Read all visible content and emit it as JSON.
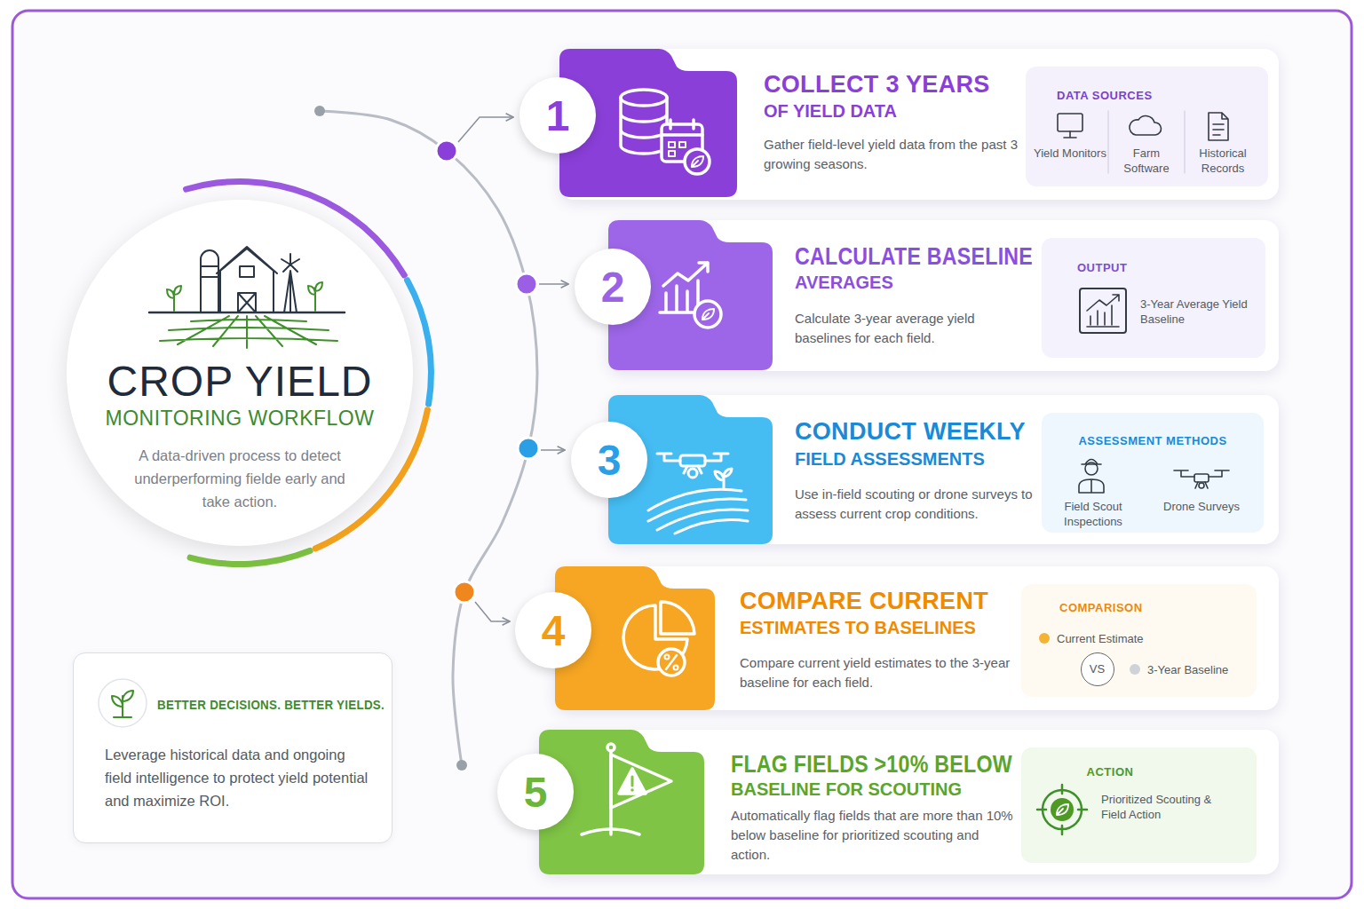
{
  "diagram": {
    "nodes": [
      {
        "text": [
          "CROP YIELD",
          "MONITORING WORKFLOW",
          "A data-driven process to detect underperforming fielde early and take action."
        ]
      },
      {
        "text": [
          "COLLECT 3 YEARS",
          "OF YIELD DATA",
          "Gather field-level yield data from the past 3 growing seasons."
        ]
      },
      {
        "text": [
          "1"
        ],
        "in": 1
      },
      {
        "text": [
          "DATA SOURCES",
          "Yield Monitors",
          "Farm Software",
          "Historical Records"
        ],
        "in": 1
      },
      {
        "text": [
          "CALCULATE BASELINE",
          "AVERAGES",
          "Calculate 3-year average yield baselines for each field."
        ]
      },
      {
        "text": [
          "2"
        ],
        "in": 4
      },
      {
        "text": [
          "OUTPUT",
          "3-Year Average Yield Baseline"
        ],
        "in": 4
      },
      {
        "text": [
          "CONDUCT WEEKLY",
          "FIELD ASSESSMENTS",
          "Use in-field scouting or drone surveys to assess current crop conditions."
        ]
      },
      {
        "text": [
          "3"
        ],
        "in": 7
      },
      {
        "text": [
          "ASSESSMENT METHODS",
          "Field Scout Inspections",
          "Drone Surveys"
        ],
        "in": 7
      },
      {
        "text": [
          "COMPARE CURRENT",
          "ESTIMATES TO BASELINES",
          "Compare current yield estimates to the 3-year baseline for each field."
        ]
      },
      {
        "text": [
          "4"
        ],
        "in": 10
      },
      {
        "text": [
          "COMPARISON",
          "Current Estimate",
          "3-Year Baseline"
        ],
        "in": 10
      },
      {
        "text": [
          "VS"
        ],
        "in": 12
      },
      {
        "text": [
          "FLAG FIELDS >10% BELOW",
          "BASELINE FOR SCOUTING",
          "Automatically flag fields that are more than 10% below baseline for prioritized scouting and action."
        ]
      },
      {
        "text": [
          "5"
        ],
        "in": 14
      },
      {
        "text": [
          "ACTION",
          "Prioritized Scouting & Field Action"
        ],
        "in": 14
      },
      {
        "text": [
          "BETTER DECISIONS. BETTER YIELDS.",
          "Leverage historical data and ongoing field intelligence to protect yield potential and maximize ROI."
        ]
      }
    ]
  }
}
